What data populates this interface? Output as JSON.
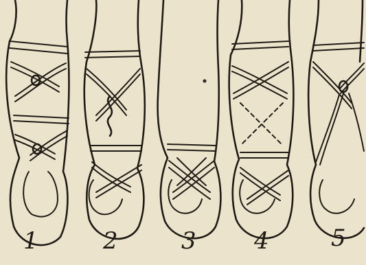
{
  "figure": {
    "background": "#ece3cd",
    "ink": "#1f1a14",
    "lacing_labels": [
      "1",
      "2",
      "3",
      "4",
      "5"
    ]
  }
}
